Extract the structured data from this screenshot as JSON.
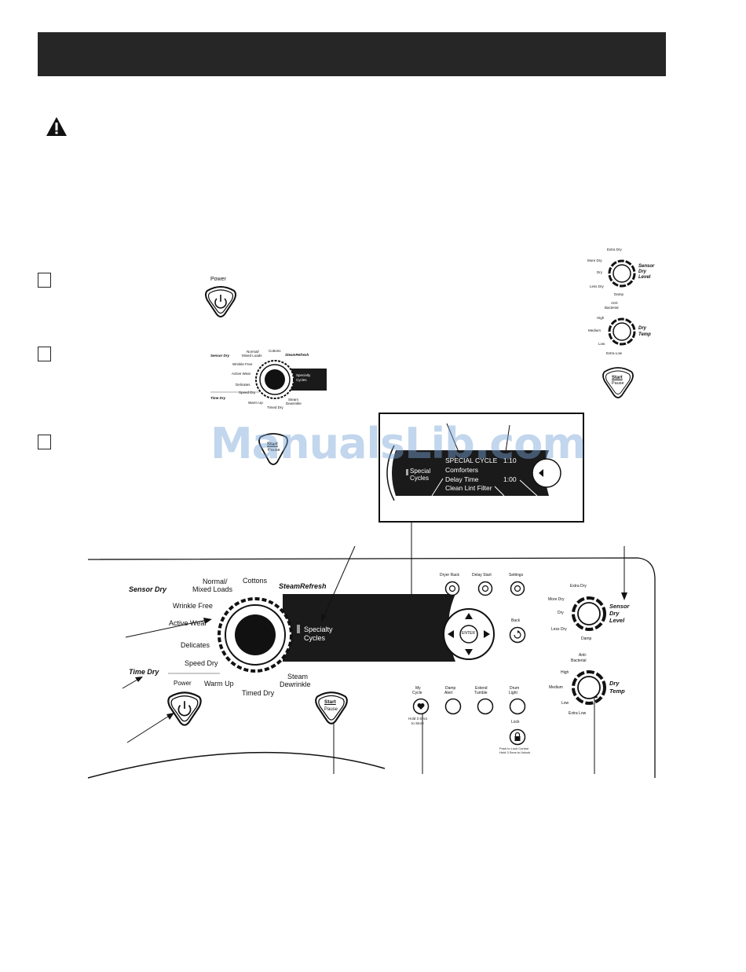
{
  "header": {
    "title": ""
  },
  "warning": {
    "icon": "warning-triangle-icon"
  },
  "steps": {
    "power_label": "Power",
    "small_cycles": {
      "sensor_dry": "Sensor Dry",
      "normal": "Normal/",
      "mixed": "Mixed Loads",
      "cottons": "Cottons",
      "steamrefresh": "SteamRefresh",
      "wrinkle_free": "Wrinkle Free",
      "active_wear": "Active Wear",
      "delicates": "Delicates",
      "speed_dry": "Speed Dry",
      "time_dry": "Time Dry",
      "warm_up": "Warm Up",
      "timed_dry": "Timed Dry",
      "steam": "Steam",
      "dewrinkle": "Dewrinkle",
      "specialty": "Specialty",
      "cycles": "Cycles"
    },
    "start_label": "Start",
    "pause_label": "Pause"
  },
  "watermark": "ManualsLib.com",
  "display": {
    "special": "Special",
    "cycles": "Cycles",
    "line1_label": "SPECIAL CYCLE",
    "line1_value": "1:10",
    "line2": "Comforters",
    "line3_label": "Delay Time",
    "line3_value": "1:00",
    "line4": "Clean Lint Filter"
  },
  "panel": {
    "sensor_dry": "Sensor Dry",
    "normal": "Normal/",
    "mixed": "Mixed Loads",
    "cottons": "Cottons",
    "steamrefresh": "SteamRefresh",
    "wrinkle_free": "Wrinkle Free",
    "active_wear": "Active Wear",
    "delicates": "Delicates",
    "speed_dry": "Speed Dry",
    "time_dry": "Time Dry",
    "power": "Power",
    "warm_up": "Warm Up",
    "timed_dry": "Timed Dry",
    "steam": "Steam",
    "dewrinkle": "Dewrinkle",
    "specialty": "Specialty",
    "cycles": "Cycles",
    "start": "Start",
    "pause": "Pause",
    "dryer_rack": "Dryer Rack",
    "delay_start": "Delay Start",
    "settings": "Settings",
    "back": "Back",
    "enter": "ENTER",
    "my": "My",
    "cycle": "Cycle",
    "hold3": "Hold 3 Secs",
    "to_store": "to Store",
    "damp": "Damp",
    "alert": "Alert",
    "extend": "Extend",
    "tumble": "Tumble",
    "drum": "Drum",
    "light": "Light",
    "lock": "Lock",
    "push_lock": "Push to Lock Control",
    "hold_unlock": "Hold 3 Secs to Unlock"
  },
  "sensor_dry_level": {
    "extra_dry": "Extra Dry",
    "more_dry": "More Dry",
    "dry": "Dry",
    "less_dry": "Less Dry",
    "damp": "Damp",
    "title1": "Sensor",
    "title2": "Dry",
    "title3": "Level"
  },
  "dry_temp": {
    "anti": "Anti-",
    "bacterial": "Bacterial",
    "high": "High",
    "medium": "Medium",
    "low": "Low",
    "extra_low": "Extra Low",
    "title1": "Dry",
    "title2": "Temp"
  }
}
